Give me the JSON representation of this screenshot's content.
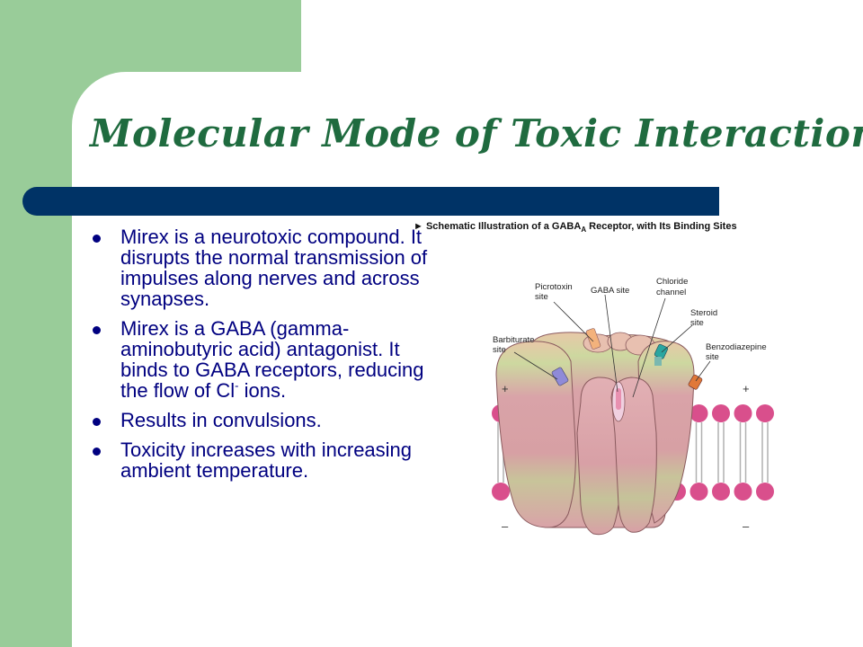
{
  "slide": {
    "title": "Molecular Mode of Toxic Interaction",
    "bullets": [
      {
        "text": "Mirex is a neurotoxic compound. It disrupts the normal transmission of impulses along nerves and across synapses."
      },
      {
        "text_before": "Mirex is a GABA (gamma-aminobutyric acid) antagonist. It binds to GABA receptors, reducing the flow of Cl",
        "superscript": "-",
        "text_after": " ions."
      },
      {
        "text": "Results in convulsions."
      },
      {
        "text": "Toxicity increases with increasing ambient temperature."
      }
    ]
  },
  "figure": {
    "caption_prefix": "► Schematic Illustration of a GABA",
    "caption_sub": "A",
    "caption_suffix": " Receptor, with Its Binding Sites",
    "labels": {
      "gaba_site": "GABA site",
      "chloride_1": "Chloride",
      "chloride_2": "channel",
      "picrotoxin_1": "Picrotoxin",
      "picrotoxin_2": "site",
      "steroid_1": "Steroid",
      "steroid_2": "site",
      "barbiturate_1": "Barbiturate",
      "barbiturate_2": "site",
      "benzo_1": "Benzodiazepine",
      "benzo_2": "site",
      "plus": "+",
      "minus": "–"
    }
  },
  "colors": {
    "side_green": "#99cc99",
    "title_green": "#1f6b3f",
    "bar_navy": "#003366",
    "bullet_navy": "#000080",
    "membrane_pink": "#d94f8c",
    "receptor_pink": "#d9a0a6"
  }
}
